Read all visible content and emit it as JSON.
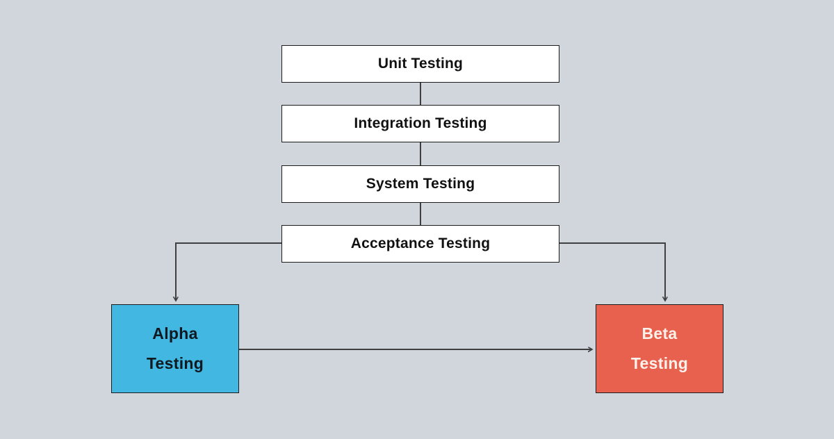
{
  "diagram": {
    "type": "flowchart",
    "topic": "software testing levels flow"
  },
  "nodes": {
    "unit": {
      "label": "Unit Testing"
    },
    "integration": {
      "label": "Integration Testing"
    },
    "system": {
      "label": "System Testing"
    },
    "acceptance": {
      "label": "Acceptance Testing"
    },
    "alpha": {
      "label": "Alpha Testing"
    },
    "beta": {
      "label": "Beta Testing"
    }
  },
  "edges": [
    {
      "from": "Unit Testing",
      "to": "Integration Testing",
      "style": "line"
    },
    {
      "from": "Integration Testing",
      "to": "System Testing",
      "style": "line"
    },
    {
      "from": "System Testing",
      "to": "Acceptance Testing",
      "style": "line"
    },
    {
      "from": "Acceptance Testing",
      "to": "Alpha Testing",
      "style": "arrow"
    },
    {
      "from": "Acceptance Testing",
      "to": "Beta Testing",
      "style": "arrow"
    },
    {
      "from": "Alpha Testing",
      "to": "Beta Testing",
      "style": "arrow"
    }
  ],
  "colors": {
    "background": "#d1d5dc",
    "box_fill": "#ffffff",
    "box_border": "#1a1a1a",
    "box_text": "#111111",
    "alpha_fill": "#41b7e2",
    "alpha_text": "#101820",
    "beta_fill": "#e8614e",
    "beta_text": "#fdf1ec",
    "edge": "#3f3f3f"
  }
}
